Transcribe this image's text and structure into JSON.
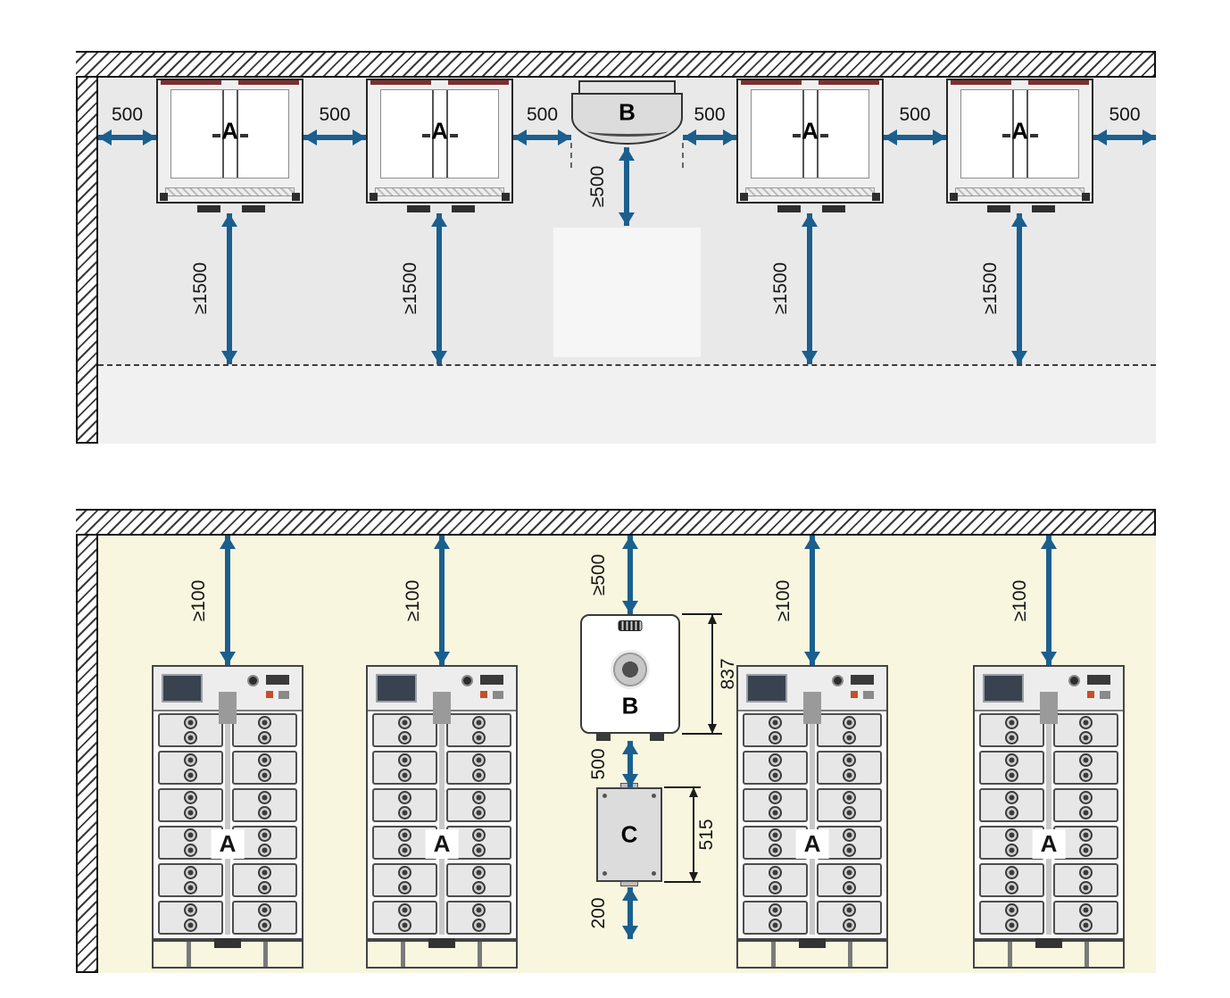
{
  "top_view": {
    "unit_a_labels": [
      "A",
      "A",
      "A",
      "A"
    ],
    "unit_b_label": "B",
    "gap_labels": [
      "500",
      "500",
      "500",
      "500",
      "500",
      "500"
    ],
    "clearance_labels": [
      "≥1500",
      "≥1500",
      "≥1500",
      "≥1500"
    ],
    "b_clearance_label": "≥500"
  },
  "front_view": {
    "unit_a_labels": [
      "A",
      "A",
      "A",
      "A"
    ],
    "unit_b_label": "B",
    "unit_c_label": "C",
    "ceiling_clearance_labels": [
      "≥100",
      "≥100",
      "≥100",
      "≥100"
    ],
    "b_ceiling_clearance_label": "≥500",
    "b_c_gap_label": "500",
    "c_floor_gap_label": "200",
    "b_height_label": "837",
    "c_height_label": "515"
  },
  "colors": {
    "arrow_blue": "#1b5f8e",
    "top_room_fill": "#e9e9e9",
    "bottom_room_fill": "#f9f6e0",
    "red_accent": "#7d3030"
  }
}
